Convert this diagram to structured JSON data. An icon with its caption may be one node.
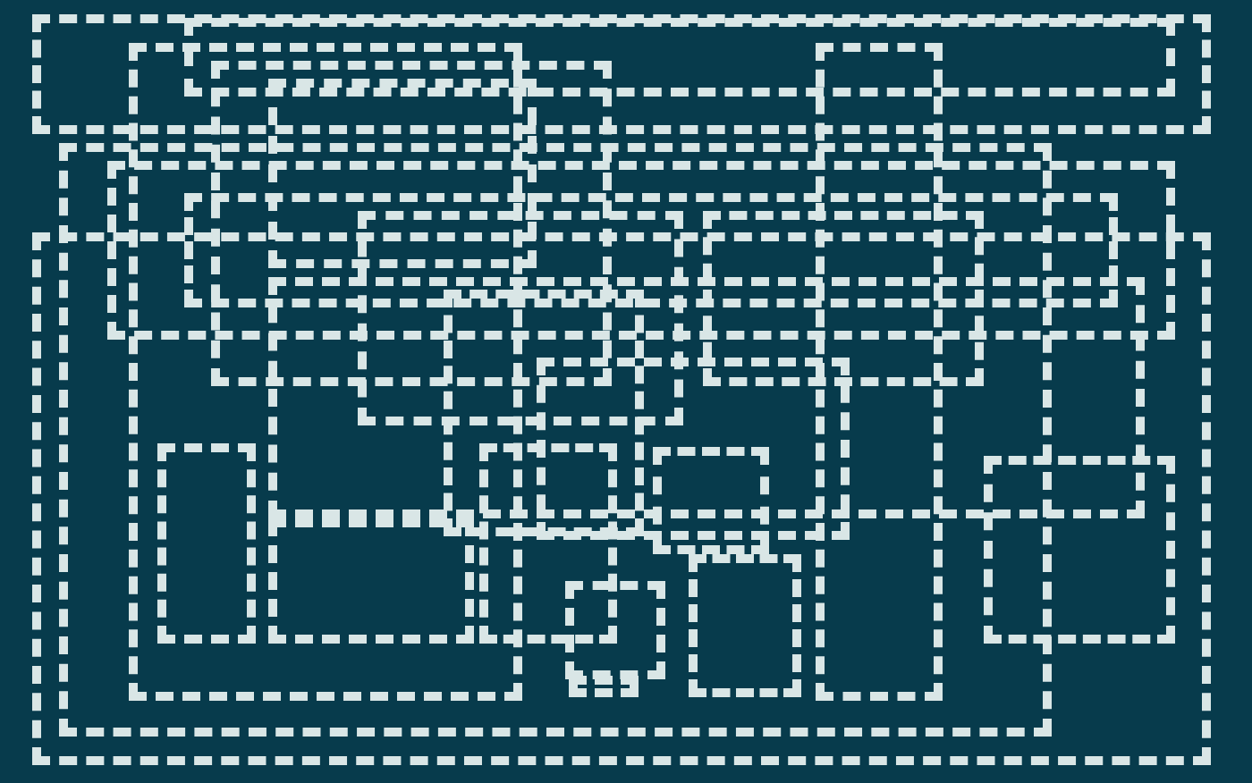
{
  "diagram": {
    "nodes": [
      {
        "text": [],
        "shape": "box"
      },
      {
        "text": [],
        "shape": "box",
        "in": 0
      },
      {
        "text": [],
        "shape": "box"
      },
      {
        "text": [],
        "shape": "box"
      },
      {
        "text": [],
        "shape": "box"
      },
      {
        "text": [],
        "shape": "box"
      },
      {
        "text": [],
        "shape": "box"
      },
      {
        "text": [],
        "shape": "box"
      },
      {
        "text": [],
        "shape": "box",
        "in": 7
      },
      {
        "text": [],
        "shape": "box",
        "in": 6
      },
      {
        "text": [],
        "shape": "box",
        "in": 6
      },
      {
        "text": [],
        "shape": "box"
      },
      {
        "text": [],
        "shape": "box",
        "in": 11
      },
      {
        "text": [],
        "shape": "box",
        "in": 6
      },
      {
        "text": [],
        "shape": "box",
        "in": 6
      },
      {
        "text": [],
        "shape": "box"
      },
      {
        "text": [],
        "shape": "box",
        "in": 6
      },
      {
        "text": [],
        "shape": "box",
        "in": 6
      },
      {
        "text": [],
        "shape": "box",
        "in": 11
      },
      {
        "text": [],
        "shape": "box"
      },
      {
        "text": [],
        "shape": "box",
        "in": 6
      },
      {
        "text": [],
        "shape": "box",
        "in": 6
      },
      {
        "text": [],
        "shape": "box",
        "in": 6
      }
    ]
  }
}
